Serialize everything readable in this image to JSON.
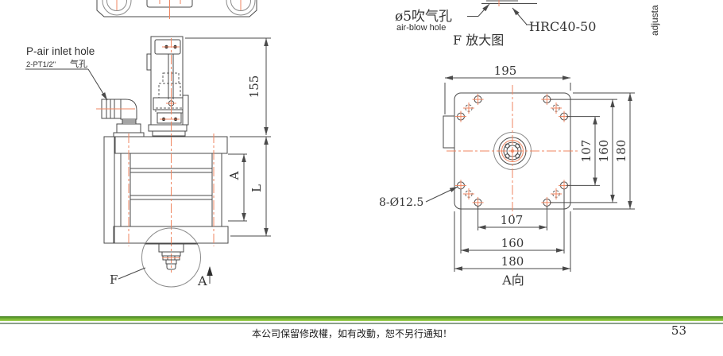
{
  "left_view": {
    "inlet_label_en": "P-air inlet hole",
    "inlet_label_spec": "2-PT1/2\"",
    "inlet_label_cn": "气孔",
    "dim_height": "155",
    "dim_a": "A",
    "dim_l": "L",
    "detail_mark": "F",
    "view_dir_label": "A"
  },
  "detail_f": {
    "airblow_cn": "ø5吹气孔",
    "airblow_en": "air-blow hole",
    "hardness": "HRC40-50",
    "caption": "F 放大图",
    "edge_note": "adjusta"
  },
  "plate_view": {
    "dim_top": "195",
    "right_dims": [
      "107",
      "160",
      "180"
    ],
    "bottom_dims": [
      "107",
      "160",
      "180"
    ],
    "hole_callout": "8-Ø12.5",
    "caption": "A向"
  },
  "footer": {
    "notice": "本公司保留修改權，如有改動，恕不另行通知！",
    "page_number": "53"
  },
  "colors": {
    "line": "#4A4A4A",
    "centerline": "#EF8560",
    "bar_green_dark": "#3F7C1F",
    "bar_green_light": "#8CC63F",
    "footer_line": "#8AA08A"
  }
}
